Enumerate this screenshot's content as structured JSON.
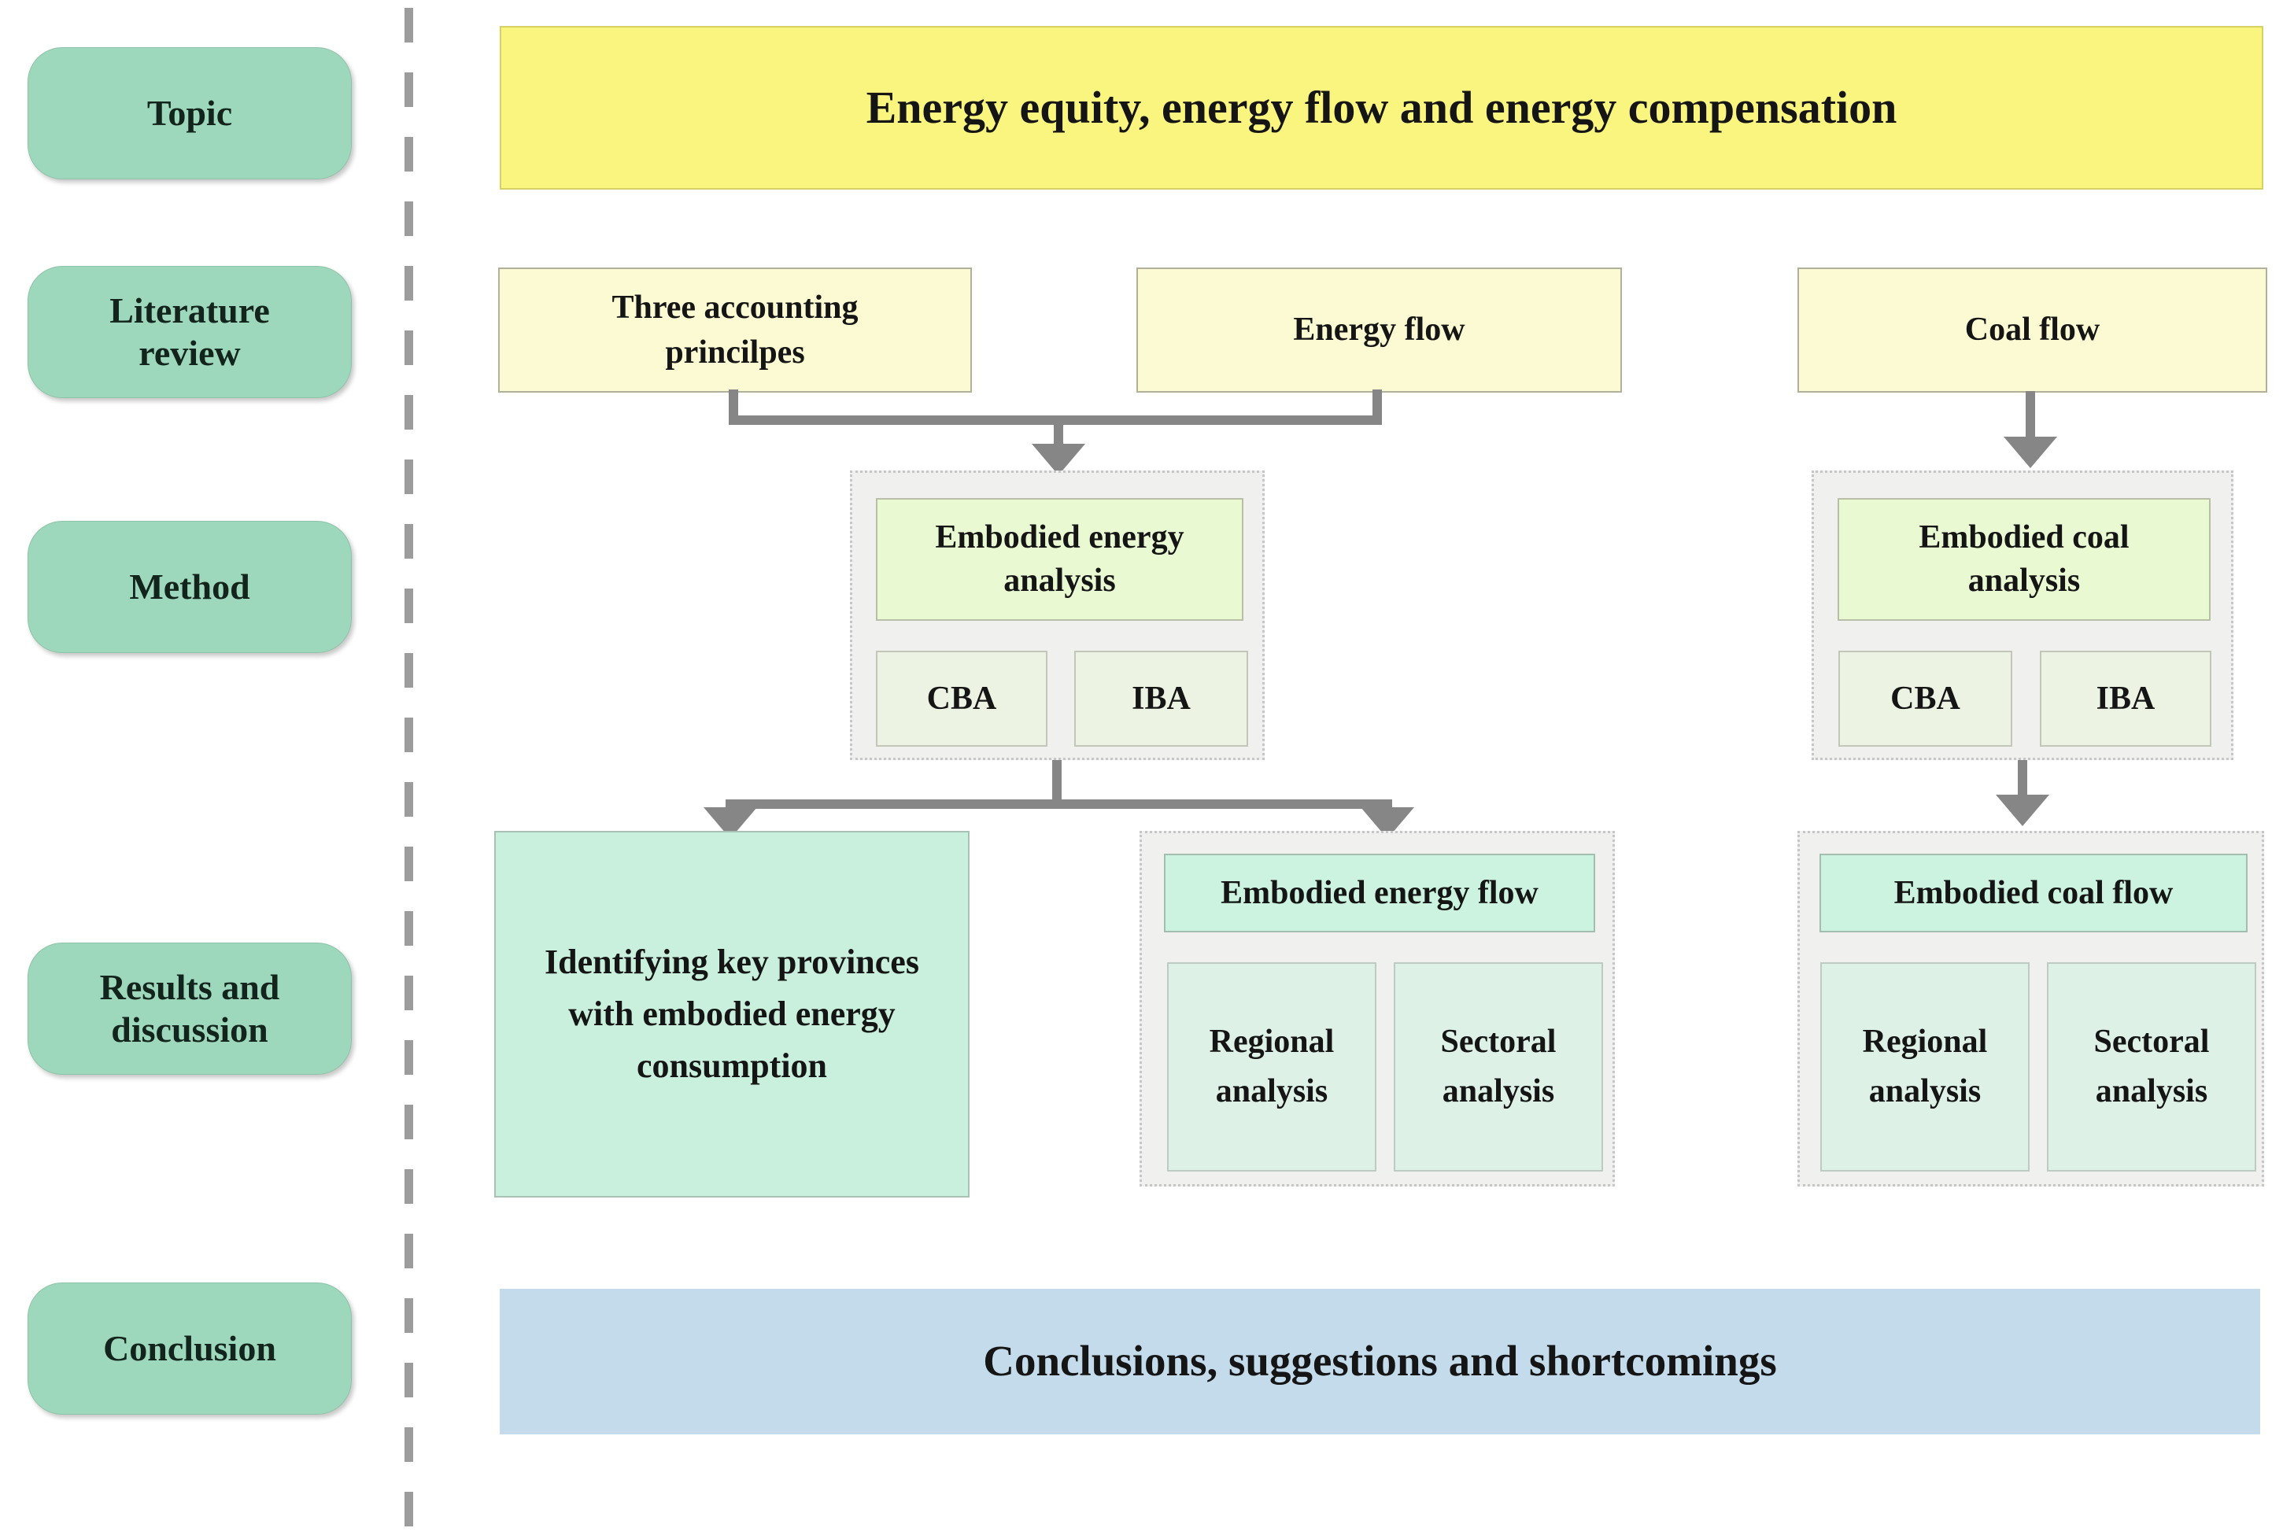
{
  "sidebar": {
    "items": [
      {
        "label": "Topic"
      },
      {
        "label": "Literature review"
      },
      {
        "label": "Method"
      },
      {
        "label": "Results and discussion"
      },
      {
        "label": "Conclusion"
      }
    ]
  },
  "flow": {
    "topic": "Energy equity, energy flow and energy compensation",
    "literature": [
      {
        "label": "Three accounting princilpes"
      },
      {
        "label": "Energy flow"
      },
      {
        "label": "Coal flow"
      }
    ],
    "method": {
      "energy": {
        "title": "Embodied energy analysis",
        "items": [
          {
            "label": "CBA"
          },
          {
            "label": "IBA"
          }
        ]
      },
      "coal": {
        "title": "Embodied coal analysis",
        "items": [
          {
            "label": "CBA"
          },
          {
            "label": "IBA"
          }
        ]
      }
    },
    "results": {
      "key_provinces": "Identifying key provinces with embodied energy consumption",
      "energy_flow": {
        "title": "Embodied energy flow",
        "items": [
          {
            "label": "Regional analysis"
          },
          {
            "label": "Sectoral analysis"
          }
        ]
      },
      "coal_flow": {
        "title": "Embodied coal flow",
        "items": [
          {
            "label": "Regional analysis"
          },
          {
            "label": "Sectoral analysis"
          }
        ]
      }
    },
    "conclusion": "Conclusions, suggestions and shortcomings"
  },
  "colors": {
    "canvas-bg": "#ffffff",
    "text": "#151515",
    "divider": "#9c9c9c",
    "connector": "#868686",
    "stage-fill": "#9ED8BC",
    "stage-border": "#8fc3a9",
    "stage-text": "#12241b",
    "topic-fill": "#FAF57E",
    "topic-border": "#d6d065",
    "lit-fill": "#FCFAD2",
    "lit-border": "#b0b09b",
    "group-fill": "#F0F0EF",
    "group-border": "#c6c6c6",
    "method-title-fill": "#E9FAD3",
    "method-title-border": "#b9bfa7",
    "acct-fill": "#EDF3E3",
    "acct-border": "#c2c6b8",
    "key-fill": "#C8F0DC",
    "key-border": "#a9c2b5",
    "flow-title-fill": "#CBF3DF",
    "flow-title-border": "#a3bdb0",
    "sub-fill": "#DEF1E7",
    "sub-border": "#bdccc3",
    "conclusion-fill": "#C4DBEB"
  }
}
